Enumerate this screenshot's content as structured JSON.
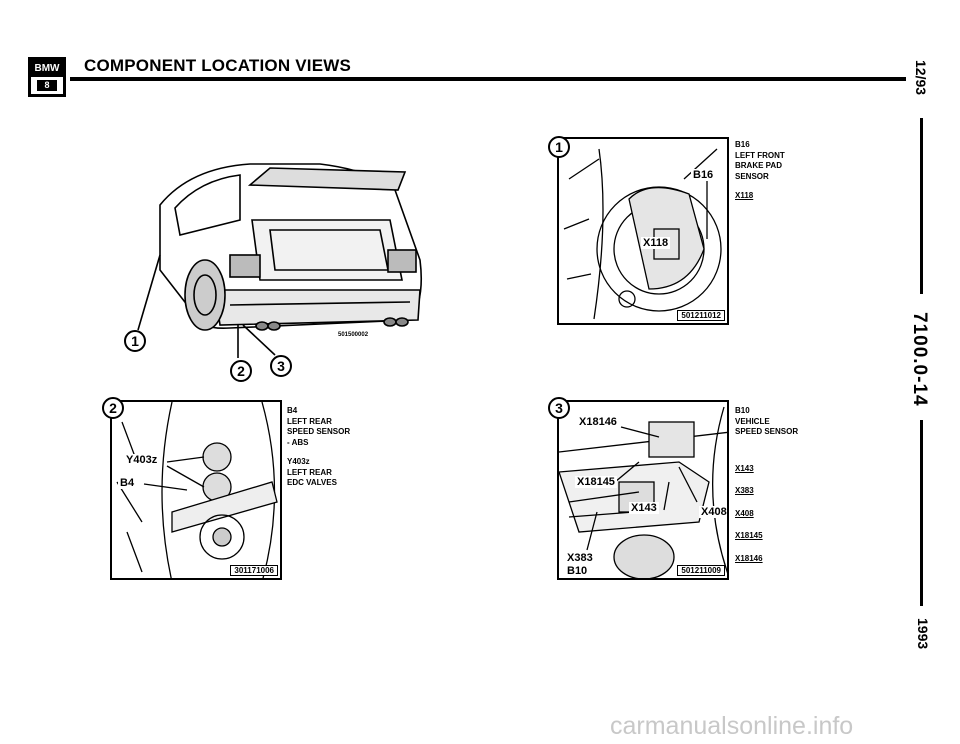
{
  "header": {
    "logo_top": "BMW",
    "logo_bottom": "8",
    "title": "COMPONENT LOCATION VIEWS"
  },
  "sidebar": {
    "date": "12/93",
    "section": "7100.0-14",
    "year": "1993"
  },
  "overview": {
    "image_id": "501500002",
    "callouts": [
      "1",
      "2",
      "3"
    ]
  },
  "fig1": {
    "callout": "1",
    "image_id": "501211012",
    "labels": {
      "b16": "B16",
      "x118": "X118"
    },
    "notes": {
      "code": "B16",
      "desc": [
        "LEFT FRONT",
        "BRAKE PAD",
        "SENSOR"
      ],
      "connector": "X118"
    }
  },
  "fig2": {
    "callout": "2",
    "image_id": "301171006",
    "labels": {
      "y403z": "Y403z",
      "b4": "B4"
    },
    "notes": {
      "code": "B4",
      "desc": [
        "LEFT REAR",
        "SPEED SENSOR",
        "- ABS"
      ],
      "code2": "Y403z",
      "desc2": [
        "LEFT REAR",
        "EDC VALVES"
      ]
    }
  },
  "fig3": {
    "callout": "3",
    "image_id": "501211009",
    "labels": {
      "x18146": "X18146",
      "x18145": "X18145",
      "x143": "X143",
      "x408": "X408",
      "x383": "X383",
      "b10": "B10"
    },
    "notes": {
      "code": "B10",
      "desc": [
        "VEHICLE",
        "SPEED SENSOR"
      ],
      "connectors": [
        "X143",
        "X383",
        "X408",
        "X18145",
        "X18146"
      ]
    }
  },
  "footer": {
    "watermark": "carmanualsonline.info"
  }
}
